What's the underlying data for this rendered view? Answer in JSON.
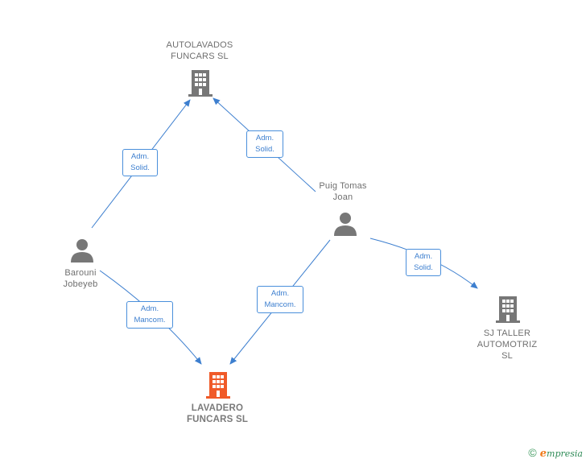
{
  "nodes": {
    "autolavados": {
      "type": "company",
      "label_line1": "AUTOLAVADOS",
      "label_line2": "FUNCARS  SL",
      "color": "#777777"
    },
    "lavadero": {
      "type": "company",
      "label_line1": "LAVADERO",
      "label_line2": "FUNCARS  SL",
      "color": "#f05a28",
      "focus": true
    },
    "sj_taller": {
      "type": "company",
      "label_line1": "SJ TALLER",
      "label_line2": "AUTOMOTRIZ",
      "label_line3": "SL",
      "color": "#777777"
    },
    "puig": {
      "type": "person",
      "label_line1": "Puig Tomas",
      "label_line2": "Joan",
      "color": "#777777"
    },
    "barouni": {
      "type": "person",
      "label_line1": "Barouni",
      "label_line2": "Jobeyeb",
      "color": "#777777"
    }
  },
  "edges": [
    {
      "from": "barouni",
      "to": "autolavados",
      "line1": "Adm.",
      "line2": "Solid."
    },
    {
      "from": "puig",
      "to": "autolavados",
      "line1": "Adm.",
      "line2": "Solid."
    },
    {
      "from": "puig",
      "to": "sj_taller",
      "line1": "Adm.",
      "line2": "Solid."
    },
    {
      "from": "puig",
      "to": "lavadero",
      "line1": "Adm.",
      "line2": "Mancom."
    },
    {
      "from": "barouni",
      "to": "lavadero",
      "line1": "Adm.",
      "line2": "Mancom."
    }
  ],
  "colors": {
    "edge": "#3d7fcf"
  },
  "icons": {
    "company": "building-icon",
    "person": "person-icon"
  },
  "footer": {
    "copyright": "©",
    "brand_initial": "e",
    "brand_rest": "mpresia"
  }
}
